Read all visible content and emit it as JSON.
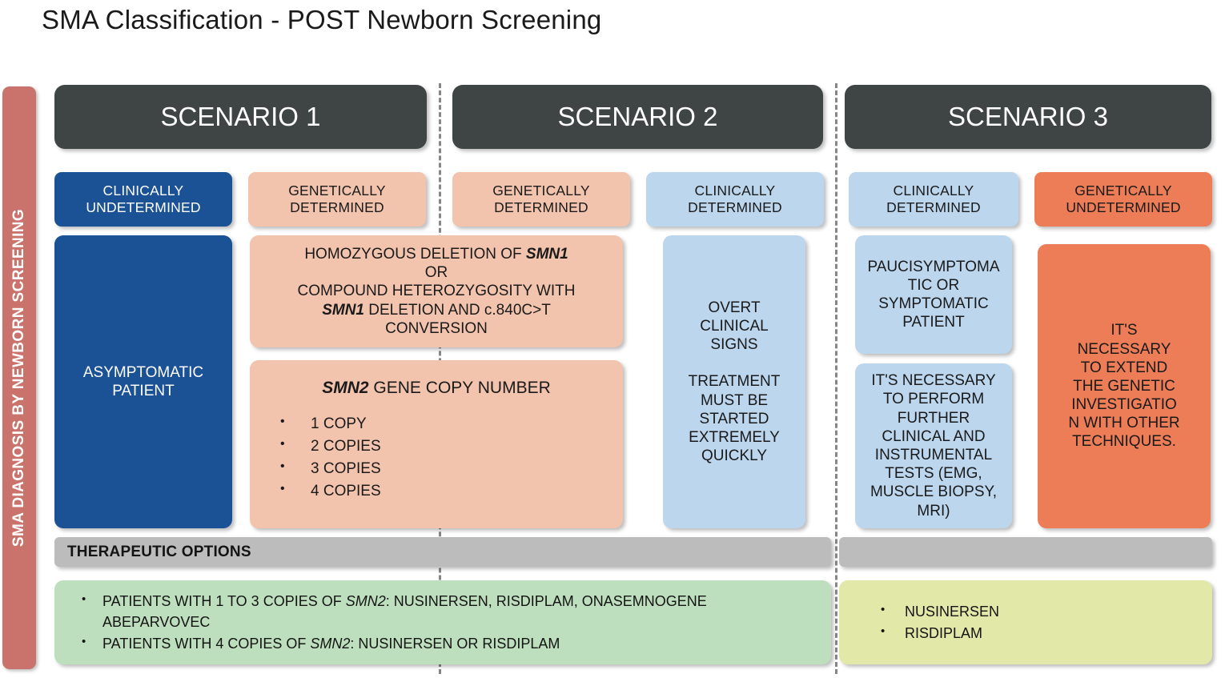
{
  "title": "SMA Classification - POST Newborn Screening",
  "side_banner": {
    "label": "SMA DIAGNOSIS BY NEWBORN SCREENING",
    "color": "#c9736c"
  },
  "colors": {
    "header_dark": "#3f4444",
    "blue_dark": "#1b5195",
    "peach": "#f2c3ad",
    "blue_light": "#bcd6ee",
    "orange": "#ec7d56",
    "grey_bar": "#bcbcbc",
    "green_panel": "#bedfbd",
    "yellow_panel": "#e2e8a8",
    "divider": "#868686"
  },
  "scenarios": [
    {
      "header": "SCENARIO 1"
    },
    {
      "header": "SCENARIO 2"
    },
    {
      "header": "SCENARIO 3"
    }
  ],
  "tags": [
    {
      "label": "CLINICALLY\nUNDETERMINED",
      "color": "blue-dark"
    },
    {
      "label": "GENETICALLY\nDETERMINED",
      "color": "peach"
    },
    {
      "label": "GENETICALLY\nDETERMINED",
      "color": "peach"
    },
    {
      "label": "CLINICALLY\nDETERMINED",
      "color": "blue-lite"
    },
    {
      "label": "CLINICALLY\nDETERMINED",
      "color": "blue-lite"
    },
    {
      "label": "GENETICALLY\nUNDETERMINED",
      "color": "orange"
    }
  ],
  "boxes": {
    "asymptomatic": "ASYMPTOMATIC\nPATIENT",
    "genetic_criteria": {
      "line1_pre": "HOMOZYGOUS DELETION OF ",
      "line1_em": "SMN1",
      "line2": "OR",
      "line3": "COMPOUND HETEROZYGOSITY WITH",
      "line4_em": "SMN1",
      "line4_post": " DELETION AND c.840C>T",
      "line5": "CONVERSION"
    },
    "copy_number": {
      "title_em": "SMN2",
      "title_post": " GENE COPY NUMBER",
      "items": [
        "1 COPY",
        "2 COPIES",
        "3 COPIES",
        "4 COPIES"
      ]
    },
    "overt_signs": "OVERT\nCLINICAL\nSIGNS\n\nTREATMENT\nMUST BE\nSTARTED\nEXTREMELY\nQUICKLY",
    "pauci": "PAUCISYMPTOMA\nTIC OR\nSYMPTOMATIC\nPATIENT",
    "further_tests": "IT'S NECESSARY\nTO PERFORM\nFURTHER\nCLINICAL AND\nINSTRUMENTAL\nTESTS (EMG,\nMUSCLE BIOPSY,\nMRI)",
    "extend_genetics": "IT'S\nNECESSARY\nTO EXTEND\nTHE GENETIC\nINVESTIGATIO\nN WITH OTHER\nTECHNIQUES."
  },
  "therapeutic_options": {
    "label": "THERAPEUTIC OPTIONS",
    "left_items": [
      {
        "pre": "PATIENTS WITH 1 TO 3 COPIES OF ",
        "em": "SMN2",
        "post": ": NUSINERSEN, RISDIPLAM, ONASEMNOGENE ABEPARVOVEC"
      },
      {
        "pre": "PATIENTS WITH 4 COPIES OF ",
        "em": "SMN2",
        "post": ": NUSINERSEN OR RISDIPLAM"
      }
    ],
    "right_items": [
      "NUSINERSEN",
      "RISDIPLAM"
    ]
  }
}
